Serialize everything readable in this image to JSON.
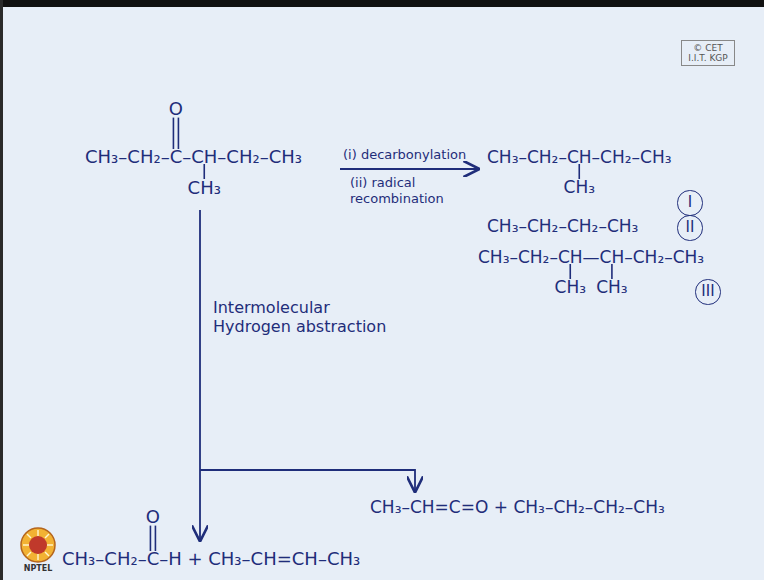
{
  "diagram": {
    "nodes": [
      {
        "text": [
          "© CET I.I.T. KGP"
        ]
      },
      {
        "text": [
          "I"
        ]
      },
      {
        "text": [
          "II"
        ]
      },
      {
        "text": [
          "III"
        ]
      }
    ],
    "labels": [
      "CH₃–CH₂–C–CH–CH₂–CH₃",
      "O",
      "CH₃",
      "(i) decarbonylation",
      "(ii) radical recombination",
      "CH₃–CH₂–CH–CH₂–CH₃",
      "CH₃",
      "CH₃–CH₂–CH₂–CH₃",
      "CH₃–CH₂–CH—CH–CH₂–CH₃",
      "CH₃",
      "CH₃",
      "Intermolecular Hydrogen abstraction",
      "CH₃–CH=C=O + CH₃–CH₂–CH₂–CH₃",
      "CH₃–CH₂–C–H + CH₃–CH=CH–CH₃",
      "O",
      "NPTEL"
    ]
  }
}
